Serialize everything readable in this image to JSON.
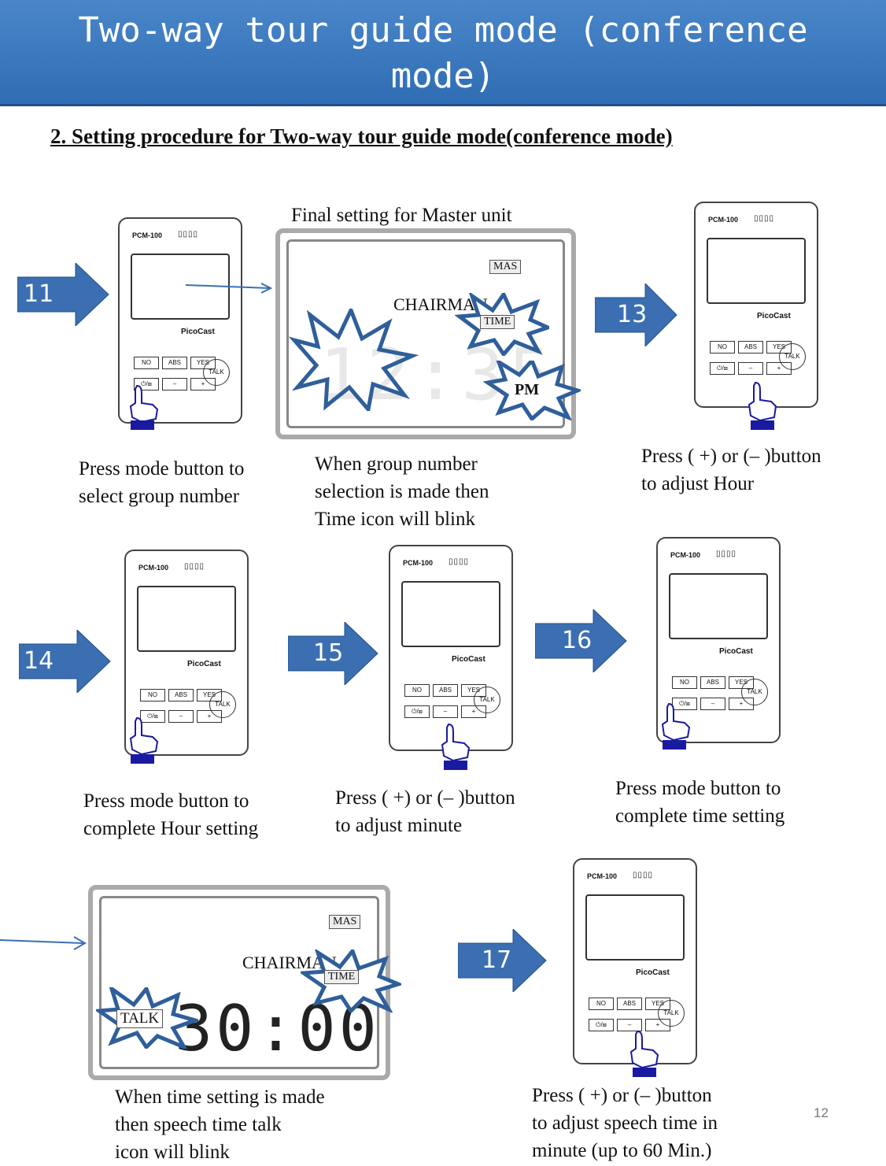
{
  "title_line1": "Two-way tour guide mode (conference",
  "title_line2": "mode)",
  "heading": "2. Setting procedure for Two-way tour guide mode(conference mode)",
  "final_setting_label": "Final setting for Master unit",
  "device_brand": "PCM-100",
  "device_logo": "PicoCast",
  "device_keys": {
    "no": "NO",
    "abs": "ABS",
    "yes": "YES",
    "mode": "⏻/⊠",
    "minus": "–",
    "plus": "+",
    "talk": "TALK"
  },
  "lcd": {
    "mas": "MAS",
    "chairman": "CHAIRMAN",
    "time": "TIME",
    "pm": "PM",
    "talk": "TALK",
    "digits1": "12:35",
    "digits2": "30:00"
  },
  "steps": {
    "s11": "11",
    "s13": "13",
    "s14": "14",
    "s15": "15",
    "s16": "16",
    "s17": "17"
  },
  "captions": {
    "c11": "Press mode button to\nselect group number",
    "c12": "When group number\nselection is made then\nTime icon will blink",
    "c13": "Press ( +) or (– )button\nto adjust Hour",
    "c14": "Press mode button to\ncomplete Hour setting",
    "c15": "Press ( +) or (– )button\nto adjust minute",
    "c16": "Press mode button to\ncomplete time setting",
    "c_talk": "When time setting is made\nthen  speech time  talk\nicon will blink",
    "c17": "Press ( +) or (– )button\n to adjust speech time in\nminute (up to 60 Min.)"
  },
  "page_number": "12"
}
